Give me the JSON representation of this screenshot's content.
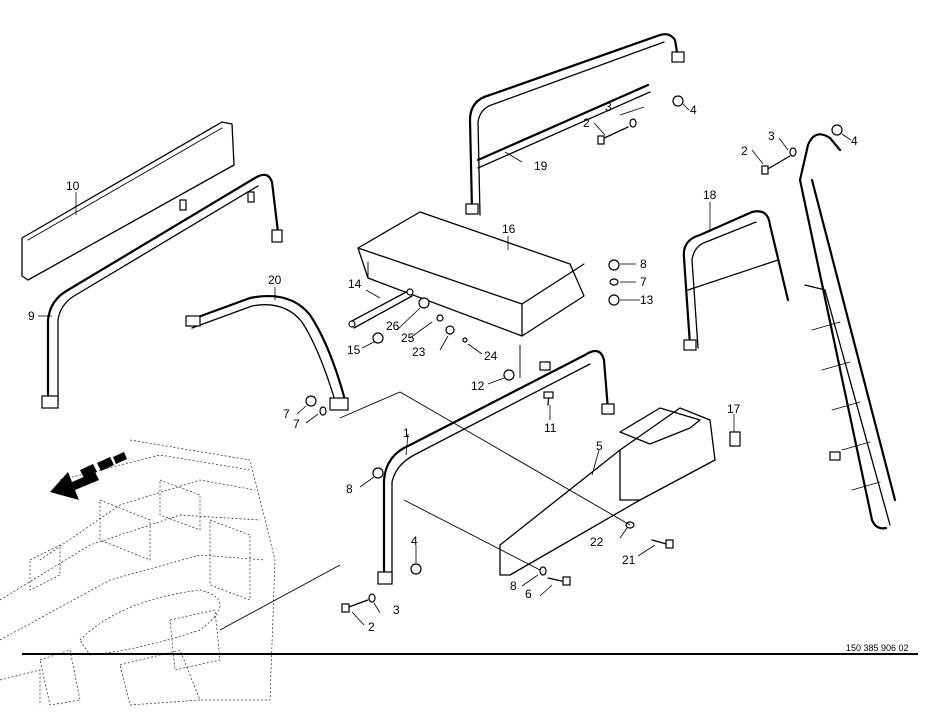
{
  "drawing_number": "150 385 906 02",
  "direction_arrow": "forward-direction-arrow-icon",
  "callouts": [
    "1",
    "2",
    "3",
    "4",
    "5",
    "6",
    "7",
    "8",
    "9",
    "10",
    "11",
    "12",
    "13",
    "14",
    "15",
    "16",
    "17",
    "18",
    "19",
    "20",
    "21",
    "22",
    "23",
    "24",
    "25",
    "26"
  ],
  "extra_callouts": [
    "2",
    "3",
    "4",
    "7",
    "8",
    "2",
    "3",
    "4",
    "8",
    "7"
  ]
}
